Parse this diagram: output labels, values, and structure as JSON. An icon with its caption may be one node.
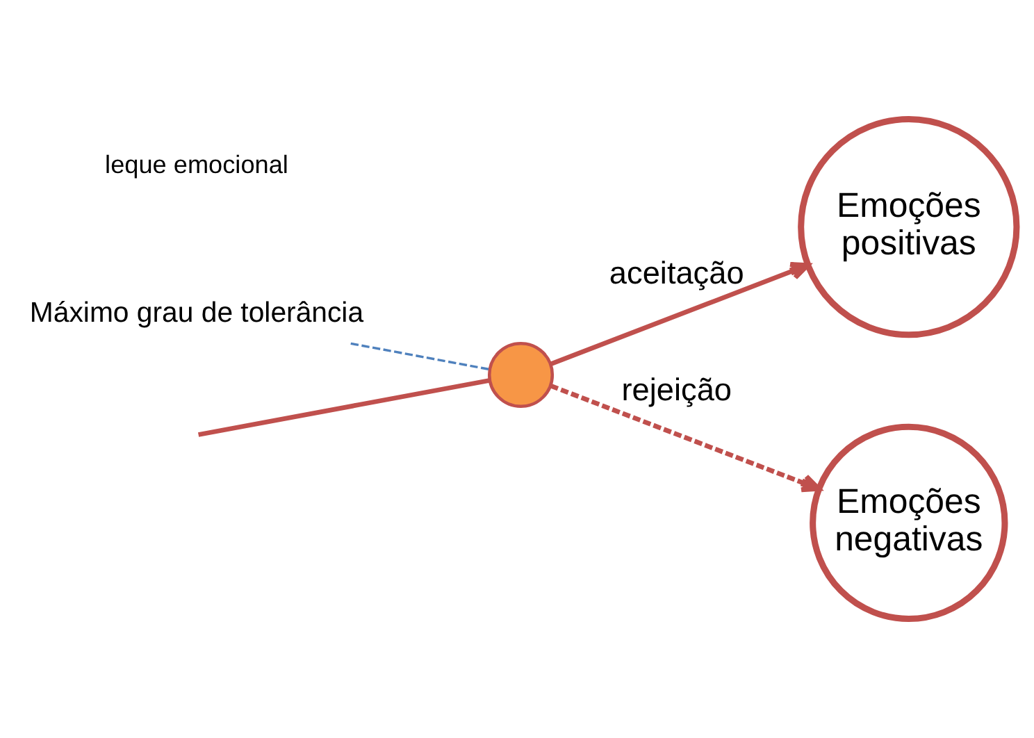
{
  "diagram": {
    "nodes": [
      {
        "text": [],
        "shape": "circle"
      },
      {
        "text": [
          "Emoções positivas"
        ]
      },
      {
        "text": [
          "Emoções negativas"
        ]
      },
      {
        "text": [
          "Máximo grau de tolerância"
        ]
      }
    ],
    "edges": [
      {
        "from": null,
        "to": 0,
        "arrow": "none"
      },
      {
        "from": 0,
        "to": 1,
        "arrow": "to",
        "label": "aceitação"
      },
      {
        "from": 0,
        "to": 2,
        "arrow": "to",
        "label": "rejeição",
        "style": "dashed"
      },
      {
        "from": 3,
        "to": 0,
        "arrow": "none",
        "style": "dashed",
        "color": "#4f81bd"
      }
    ],
    "labels": [
      "leque emocional"
    ]
  }
}
